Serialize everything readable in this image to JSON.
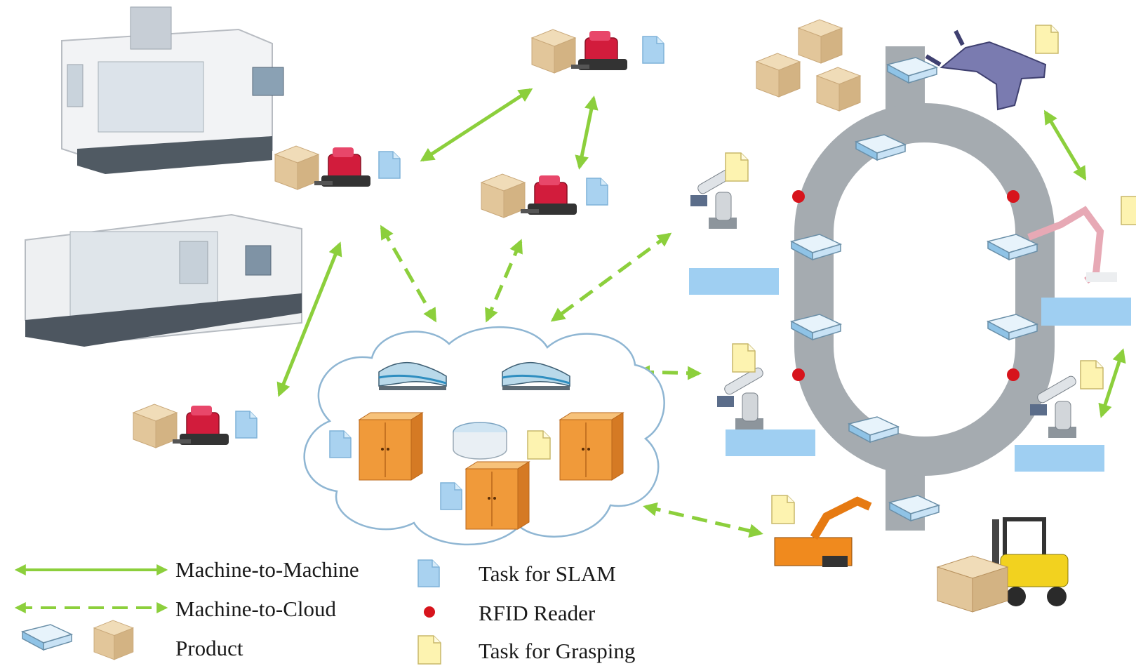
{
  "legend": {
    "m2m_label": "Machine-to-Machine",
    "m2c_label": "Machine-to-Cloud",
    "product_label": "Product",
    "slam_label": "Task for SLAM",
    "rfid_label": "RFID Reader",
    "grasp_label": "Task for Grasping"
  },
  "colors": {
    "arrow_green": "#8ccf3c",
    "conveyor_gray": "#a5abb0",
    "rfid_red": "#d7141c",
    "slam_blue": "#a9d2f0",
    "grasp_yellow": "#fdf3b0",
    "label_box_blue": "#9fcff2",
    "agv_red": "#d21c3c",
    "cabinet_orange": "#f09a3a",
    "box_tan": "#e2c69a"
  },
  "icons": {
    "machine_tool": "cnc-machine-icon",
    "agv": "agv-robot-icon",
    "server": "cloud-server-icon",
    "switch": "network-switch-icon",
    "database": "database-disk-icon",
    "robot_arm": "robot-arm-icon",
    "gripper": "gripper-icon",
    "forklift": "forklift-icon",
    "conveyor": "conveyor-loop-icon"
  }
}
